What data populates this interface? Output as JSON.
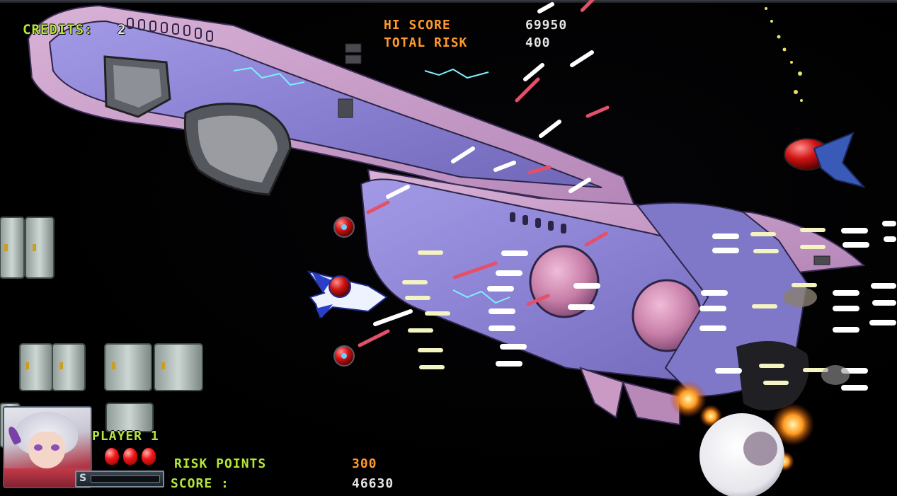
{
  "hud": {
    "credits_label": "CREDITS:",
    "credits_value": "2",
    "hi_score_label": "HI SCORE",
    "hi_score_value": "69950",
    "total_risk_label": "TOTAL RISK",
    "total_risk_value": "400",
    "player_label": "PLAYER 1",
    "risk_points_label": "RISK POINTS",
    "risk_points_value": "300",
    "score_label": "SCORE :",
    "score_value": "46630"
  },
  "player": {
    "lives": 3,
    "shield_letter": "S",
    "shield_level": 0
  },
  "colors": {
    "label_green": "#b4e63a",
    "label_orange": "#ff9a2e",
    "value_white": "#e4e4e4",
    "battleship_purple": "#8e86d8",
    "battleship_pink": "#c79bc4",
    "life_red": "#e01818"
  },
  "icons": {
    "lives": "red-orb-icon",
    "shield": "shield-gauge-icon"
  }
}
